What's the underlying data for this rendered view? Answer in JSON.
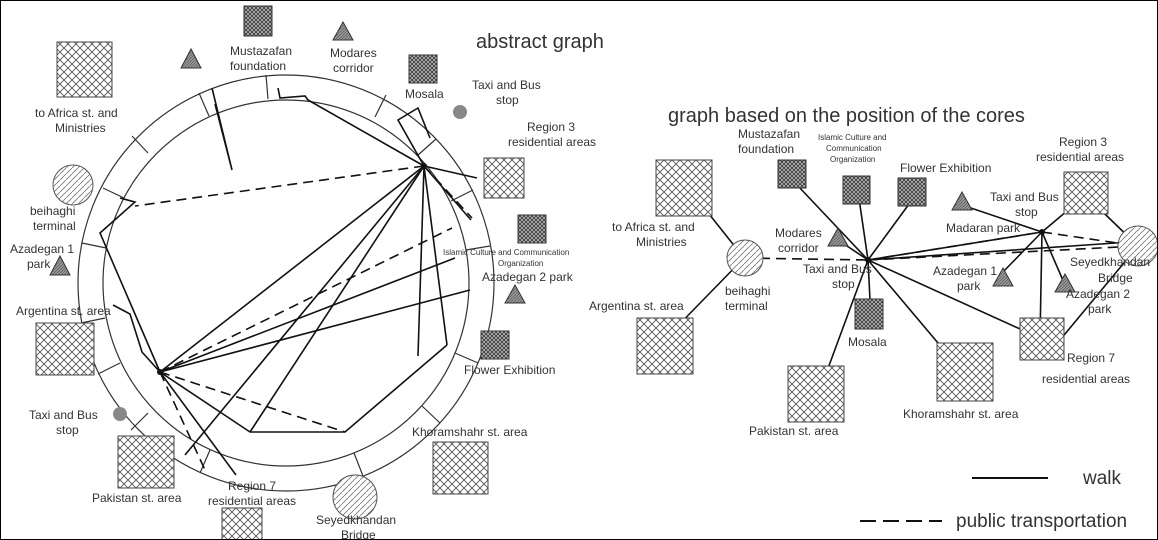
{
  "left_panel": {
    "title": "abstract graph",
    "labels": {
      "mustazafan_1": "Mustazafan",
      "mustazafan_2": "foundation",
      "modares_1": "Modares",
      "modares_2": "corridor",
      "mosala": "Mosala",
      "taxi_top_1": "Taxi and Bus",
      "taxi_top_2": "stop",
      "region3_1": "Region 3",
      "region3_2": "residential areas",
      "islamic": "Islamic Culture and Communication",
      "organization": "Organization",
      "azadegan2": "Azadegan 2 park",
      "flower": "Flower Exhibition",
      "khoramshahr": "Khoramshahr st. area",
      "seyedkhandan_1": "Seyedkhandan",
      "seyedkhandan_2": "Bridge",
      "region7_1": "Region 7",
      "region7_2": "residential areas",
      "pakistan": "Pakistan st. area",
      "taxi_bottom_1": "Taxi and Bus",
      "taxi_bottom_2": "stop",
      "argentina": "Argentina st. area",
      "azadegan1_1": "Azadegan 1",
      "azadegan1_2": "park",
      "beihaghi_1": "beihaghi",
      "beihaghi_2": "terminal",
      "africa_1": "to Africa st. and",
      "africa_2": "Ministries"
    }
  },
  "right_panel": {
    "title": "graph based on the position of the cores",
    "labels": {
      "mustazafan_1": "Mustazafan",
      "mustazafan_2": "foundation",
      "islamic_1": "Islamic Culture and",
      "islamic_2": "Communication",
      "islamic_3": "Organization",
      "flower": "Flower Exhibition",
      "region3_1": "Region 3",
      "region3_2": "residential areas",
      "taxi_1": "Taxi and Bus",
      "taxi_2": "stop",
      "madaran": "Madaran park",
      "modares_1": "Modares",
      "modares_2": "corridor",
      "africa_1": "to Africa st. and",
      "africa_2": "Ministries",
      "taxi_center_1": "Taxi and Bus",
      "taxi_center_2": "stop",
      "azadegan1_1": "Azadegan 1",
      "azadegan1_2": "park",
      "seyedkhandan": "Seyedkhandan",
      "bridge": "Bridge",
      "azadegan2_1": "Azadegan 2",
      "azadegan2_2": "park",
      "argentina": "Argentina st. area",
      "beihaghi_1": "beihaghi",
      "beihaghi_2": "terminal",
      "mosala": "Mosala",
      "region7_1": "Region 7",
      "region7_2": "residential areas",
      "khoramshahr": "Khoramshahr st. area",
      "pakistan": "Pakistan st. area"
    }
  },
  "legend": {
    "walk": "walk",
    "public_transportation": "public transportation"
  }
}
